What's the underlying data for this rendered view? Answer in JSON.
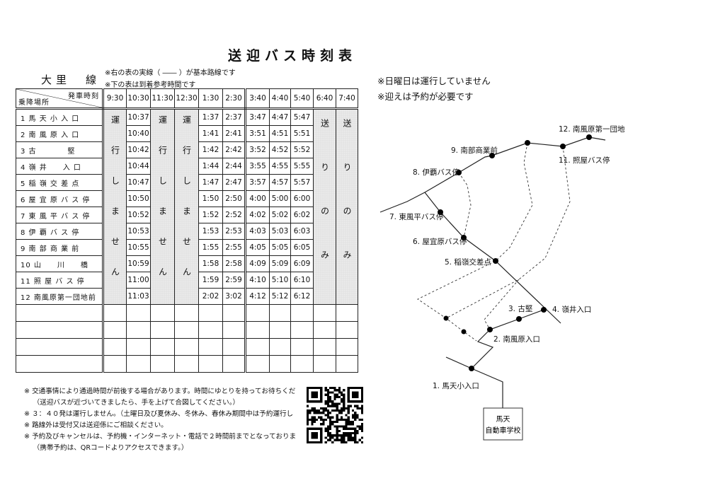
{
  "header": {
    "title": "送迎バス時刻表",
    "route_name": "大里　線",
    "note1": "※右の表の実線（ ―― ）が基本路線です",
    "note2": "※下の表は到着参考時間です"
  },
  "table": {
    "corner_top": "発車時刻",
    "corner_bottom": "乗降場所",
    "departures": [
      "9:30",
      "10:30",
      "11:30",
      "12:30",
      "1:30",
      "2:30",
      "3:40",
      "4:40",
      "5:40",
      "6:40",
      "7:40"
    ],
    "no_service_text": "運行しません",
    "pickup_only_text": "送りのみ",
    "stops": [
      {
        "name": "1 馬 天 小 入 口",
        "times": [
          "10:37",
          "1:37",
          "2:37",
          "3:47",
          "4:47",
          "5:47"
        ]
      },
      {
        "name": "2 南 風 原 入 口",
        "times": [
          "10:40",
          "1:41",
          "2:41",
          "3:51",
          "4:51",
          "5:51"
        ]
      },
      {
        "name": "3 古　　　　堅",
        "times": [
          "10:42",
          "1:42",
          "2:42",
          "3:52",
          "4:52",
          "5:52"
        ]
      },
      {
        "name": "4 嶺 井　　入 口",
        "times": [
          "10:44",
          "1:44",
          "2:44",
          "3:55",
          "4:55",
          "5:55"
        ]
      },
      {
        "name": "5 稲 嶺 交 差 点",
        "times": [
          "10:47",
          "1:47",
          "2:47",
          "3:57",
          "4:57",
          "5:57"
        ]
      },
      {
        "name": "6 屋 宜 原 バ ス 停",
        "times": [
          "10:50",
          "1:50",
          "2:50",
          "4:00",
          "5:00",
          "6:00"
        ]
      },
      {
        "name": "7 東 風 平 バ ス 停",
        "times": [
          "10:52",
          "1:52",
          "2:52",
          "4:02",
          "5:02",
          "6:02"
        ]
      },
      {
        "name": "8 伊 覇 バ ス 停",
        "times": [
          "10:53",
          "1:53",
          "2:53",
          "4:03",
          "5:03",
          "6:03"
        ]
      },
      {
        "name": "9 南 部 商 業 前",
        "times": [
          "10:55",
          "1:55",
          "2:55",
          "4:05",
          "5:05",
          "6:05"
        ]
      },
      {
        "name": "10 山　　川　　橋",
        "times": [
          "10:59",
          "1:58",
          "2:58",
          "4:09",
          "5:09",
          "6:09"
        ]
      },
      {
        "name": "11 照 屋 バ ス 停",
        "times": [
          "11:00",
          "1:59",
          "2:59",
          "4:10",
          "5:10",
          "6:10"
        ]
      },
      {
        "name": "12 南風原第一団地前",
        "times": [
          "11:03",
          "2:02",
          "3:02",
          "4:12",
          "5:12",
          "6:12"
        ]
      }
    ]
  },
  "right_notes": [
    "※日曜日は運行していません",
    "※迎えは予約が必要です"
  ],
  "footnotes": [
    "※ 交通事情により通過時間が前後する場合があります。時間にゆとりを持ってお待ちくだ",
    "　 （送迎バスが近づいてきましたら、手を上げて合図してください。）",
    "※ ３：４０発は運行しません。（土曜日及び夏休み、冬休み、春休み期間中は予約運行し",
    "※ 路線外は受付又は送迎係にご相談ください。",
    "※ 予約及びキャンセルは、予約機・インターネット・電話で２時間前までとなっておりま",
    "　 （携帯予約は、QRコードよりアクセスできます。）"
  ],
  "map": {
    "stops": [
      "1. 馬天小入口",
      "2. 南風原入口",
      "3. 古堅",
      "4. 嶺井入口",
      "5. 稲嶺交差点",
      "6. 屋宜原バス停",
      "7. 東風平バス停",
      "8. 伊覇バス停",
      "9. 南部商業前",
      "11. 照屋バス停",
      "12. 南風原第一団地"
    ],
    "school_line1": "馬天",
    "school_line2": "自動車学校"
  }
}
